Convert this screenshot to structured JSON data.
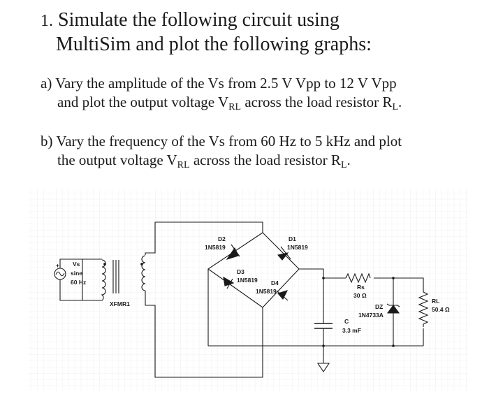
{
  "question": {
    "number": "1.",
    "title_line1": "Simulate the following circuit using",
    "title_line2": "MultiSim and plot the following graphs:"
  },
  "part_a": {
    "line1": "a) Vary the amplitude of the Vs from 2.5 V Vpp to 12 V Vpp",
    "line2_pre": "and plot the output voltage V",
    "line2_sub": "RL",
    "line2_mid": " across the load resistor R",
    "line2_sub2": "L",
    "line2_end": "."
  },
  "part_b": {
    "line1": "b) Vary the frequency of the Vs from 60 Hz to 5 kHz and plot",
    "line2_pre": "the output voltage V",
    "line2_sub": "RL",
    "line2_mid": " across the load resistor R",
    "line2_sub2": "L",
    "line2_end": "."
  },
  "circuit": {
    "source_name": "Vs",
    "source_type": "sine",
    "source_freq": "60 Hz",
    "transformer": "XFMR1",
    "d1_name": "D1",
    "d1_part": "1N5819",
    "d2_name": "D2",
    "d2_part": "1N5819",
    "d3_name": "D3",
    "d3_part": "1N5819",
    "d4_name": "D4",
    "d4_part": "1N5819",
    "rs_name": "Rs",
    "rs_value": "30 Ω",
    "c_name": "C",
    "c_value": "3.3 mF",
    "dz_name": "DZ",
    "dz_part": "1N4733A",
    "rl_name": "RL",
    "rl_value": "50.4 Ω"
  }
}
